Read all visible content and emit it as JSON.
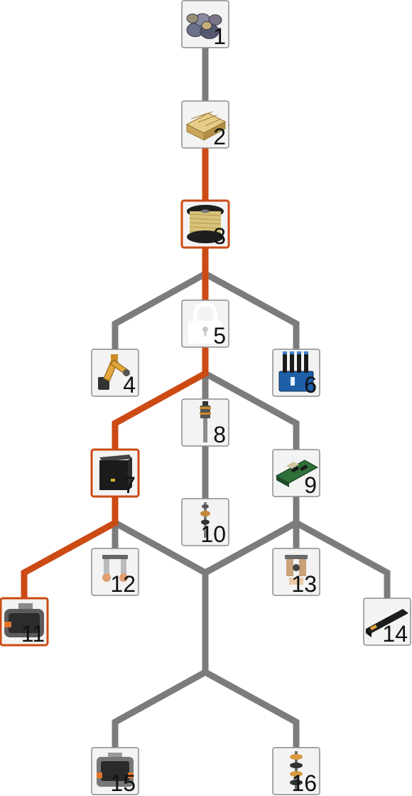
{
  "colors": {
    "edge": "#7c7c7c",
    "highlight": "#cc4a14",
    "node_fill": "#f3f3f3"
  },
  "nodes": [
    {
      "id": 1,
      "label": "1",
      "icon": "stone-pile-icon",
      "highlighted": false
    },
    {
      "id": 2,
      "label": "2",
      "icon": "wood-planks-icon",
      "highlighted": false
    },
    {
      "id": 3,
      "label": "3",
      "icon": "wire-spool-icon",
      "highlighted": true
    },
    {
      "id": 4,
      "label": "4",
      "icon": "robot-arm-icon",
      "highlighted": false
    },
    {
      "id": 5,
      "label": "5",
      "icon": "padlock-icon",
      "highlighted": false
    },
    {
      "id": 6,
      "label": "6",
      "icon": "battery-pack-icon",
      "highlighted": false
    },
    {
      "id": 7,
      "label": "7",
      "icon": "power-unit-icon",
      "highlighted": true
    },
    {
      "id": 8,
      "label": "8",
      "icon": "probe-rod-icon",
      "highlighted": false
    },
    {
      "id": 9,
      "label": "9",
      "icon": "circuit-board-icon",
      "highlighted": false
    },
    {
      "id": 10,
      "label": "10",
      "icon": "small-probe-icon",
      "highlighted": false
    },
    {
      "id": 11,
      "label": "11",
      "icon": "engine-block-icon",
      "highlighted": true
    },
    {
      "id": 12,
      "label": "12",
      "icon": "drone-parts-icon",
      "highlighted": false
    },
    {
      "id": 13,
      "label": "13",
      "icon": "mechanical-parts-icon",
      "highlighted": false
    },
    {
      "id": 14,
      "label": "14",
      "icon": "black-tube-icon",
      "highlighted": false
    },
    {
      "id": 15,
      "label": "15",
      "icon": "machine-housing-icon",
      "highlighted": false
    },
    {
      "id": 16,
      "label": "16",
      "icon": "stacked-parts-icon",
      "highlighted": false
    }
  ],
  "edges": [
    {
      "from": 1,
      "to": 2,
      "highlighted": false
    },
    {
      "from": 2,
      "to": 3,
      "highlighted": true
    },
    {
      "from": 3,
      "to": 4,
      "highlighted": false
    },
    {
      "from": 3,
      "to": 5,
      "highlighted": true
    },
    {
      "from": 3,
      "to": 6,
      "highlighted": false
    },
    {
      "from": 5,
      "to": 7,
      "highlighted": true
    },
    {
      "from": 5,
      "to": 8,
      "highlighted": false
    },
    {
      "from": 5,
      "to": 9,
      "highlighted": false
    },
    {
      "from": 8,
      "to": 10,
      "highlighted": false
    },
    {
      "from": 7,
      "to": 11,
      "highlighted": true
    },
    {
      "from": 7,
      "to": 12,
      "highlighted": false
    },
    {
      "from": 9,
      "to": 13,
      "highlighted": false
    },
    {
      "from": 9,
      "to": 14,
      "highlighted": false
    },
    {
      "from": 7,
      "to": 15,
      "highlighted": false
    },
    {
      "from": 9,
      "to": 15,
      "highlighted": false
    },
    {
      "from": 7,
      "to": 16,
      "highlighted": false
    },
    {
      "from": 9,
      "to": 16,
      "highlighted": false
    }
  ]
}
